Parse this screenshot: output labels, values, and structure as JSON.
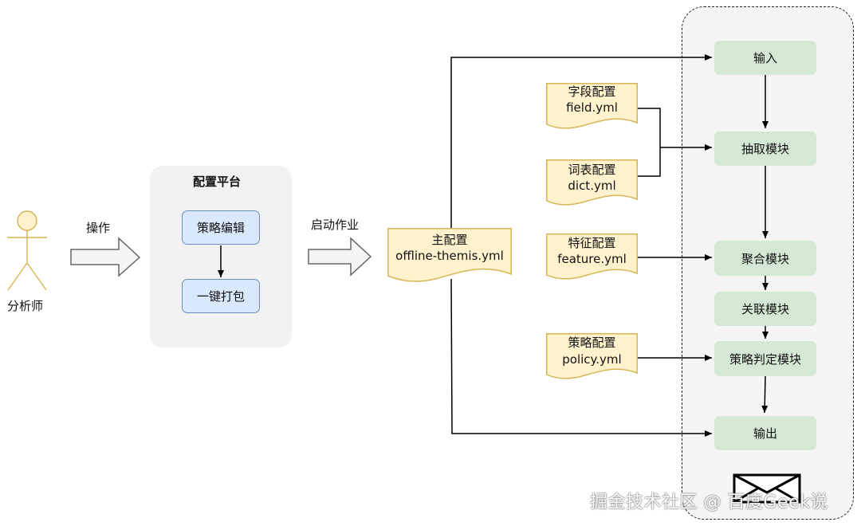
{
  "actor": {
    "label": "分析师"
  },
  "platform": {
    "title": "配置平台",
    "buttons": {
      "strategy_edit": "策略编辑",
      "one_click_pack": "一键打包"
    }
  },
  "edges": {
    "operate": "操作",
    "start_job": "启动作业"
  },
  "main_config": {
    "title": "主配置",
    "file": "offline-themis.yml"
  },
  "configs": {
    "field": {
      "title": "字段配置",
      "file": "field.yml"
    },
    "dict": {
      "title": "词表配置",
      "file": "dict.yml"
    },
    "feature": {
      "title": "特征配置",
      "file": "feature.yml"
    },
    "policy": {
      "title": "策略配置",
      "file": "policy.yml"
    }
  },
  "modules": {
    "input": "输入",
    "extract": "抽取模块",
    "aggregate": "聚合模块",
    "associate": "关联模块",
    "decision": "策略判定模块",
    "output": "输出"
  },
  "watermark": "掘金技术社区 @ 百度Geek说",
  "colors": {
    "actor": "#d6b656",
    "actor_fill": "#fff2cc",
    "doc_fill": "#fff2cc",
    "doc_stroke": "#d6b656",
    "button_fill": "#dae8fc",
    "button_stroke": "#6c8ebf",
    "module_fill": "#d5e8d4",
    "panel_fill": "#f2f2f2"
  }
}
